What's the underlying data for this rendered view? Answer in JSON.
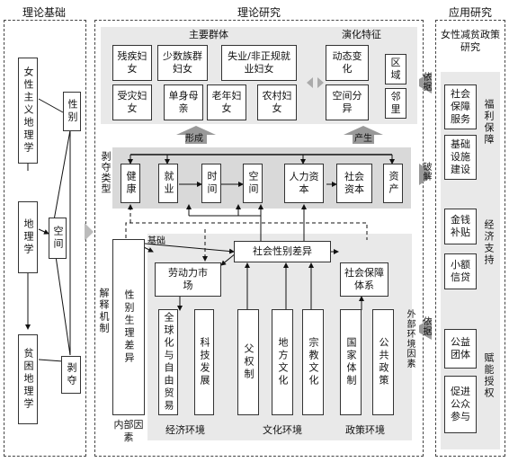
{
  "headers": {
    "theory_basis": "理论基础",
    "theory_research": "理论研究",
    "application": "应用研究"
  },
  "basis": {
    "feminist_geo": "女性主义地理学",
    "geography": "地理学",
    "poverty_geo": "贫困地理学",
    "gender": "性别",
    "space": "空间",
    "deprivation": "剥夺"
  },
  "groups": {
    "title": "主要群体",
    "items": [
      "残疾妇女",
      "少数族群妇女",
      "失业/非正规就业妇女",
      "受灾妇女",
      "单身母亲",
      "老年妇女",
      "农村妇女"
    ]
  },
  "evolution": {
    "title": "演化特征",
    "dynamic": "动态变化",
    "spatial": "空间分异",
    "region": "区域",
    "neighbor": "邻里"
  },
  "arrows": {
    "form": "形成",
    "produce": "产生",
    "basis_label": "依据",
    "solve": "破解",
    "basis_label2": "依据",
    "foundation": "基础"
  },
  "deprivation_type": {
    "label": "剥夺类型",
    "items": [
      "健康",
      "就业",
      "时间",
      "空间",
      "人力资本",
      "社会资本",
      "资产"
    ]
  },
  "mechanism": {
    "label": "解释机制",
    "gender_bio": "性别生理差异",
    "internal": "内部因素",
    "social_gender": "社会性别差异",
    "labor_market": "劳动力市场",
    "social_security": "社会保障体系",
    "external": "外部环境因素"
  },
  "economy": {
    "label": "经济环境",
    "items": [
      "全球化与自由贸易",
      "科技发展"
    ]
  },
  "culture": {
    "label": "文化环境",
    "items": [
      "父权制",
      "地方文化",
      "宗教文化"
    ]
  },
  "policy": {
    "label": "政策环境",
    "items": [
      "国家体制",
      "公共政策"
    ]
  },
  "application": {
    "title": "女性减贫政策研究",
    "welfare": {
      "label": "福利保障",
      "items": [
        "社会保障服务",
        "基础设施建设"
      ]
    },
    "economic": {
      "label": "经济支持",
      "items": [
        "金钱补贴",
        "小额信贷"
      ]
    },
    "empower": {
      "label": "赋能授权",
      "items": [
        "公益团体",
        "促进公众参与"
      ]
    }
  }
}
